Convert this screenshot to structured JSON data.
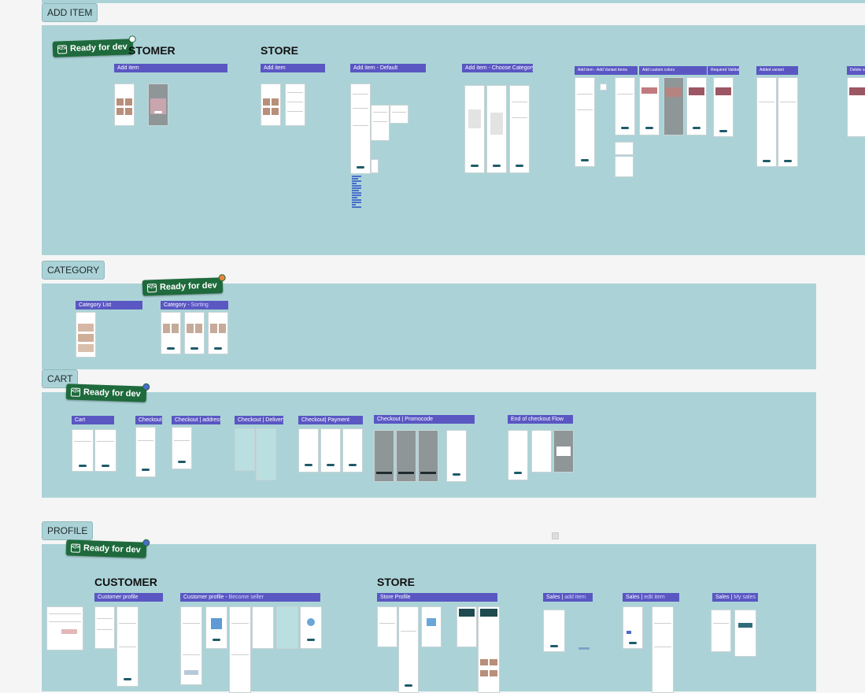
{
  "sections": {
    "add_item": {
      "label": "ADD ITEM",
      "badge": "Ready for dev",
      "headings": {
        "customer": "STOMER",
        "store": "STORE"
      },
      "frames": [
        "Add item",
        "Add item",
        "Add item - Default",
        "Add item - Choose Category",
        "Add item - Add Variant items",
        "Add custom colors",
        "Required Validation",
        "Added variant",
        "Delete var"
      ]
    },
    "category": {
      "label": "CATEGORY",
      "badge": "Ready for dev",
      "frames": [
        {
          "title": "Category List",
          "muted": ""
        },
        {
          "title": "Category - ",
          "muted": "Sorting"
        }
      ]
    },
    "cart": {
      "label": "CART",
      "badge": "Ready for dev",
      "frames": [
        "Cart",
        "Checkout",
        "Checkout | address",
        "Checkout | Delivery",
        "Checkout| Payment",
        "Checkout | Promocode",
        "End of checkout Flow"
      ]
    },
    "profile": {
      "label": "PROFILE",
      "badge": "Ready for dev",
      "headings": {
        "customer": "CUSTOMER",
        "store": "STORE"
      },
      "frames": [
        {
          "title": "Customer profile",
          "muted": ""
        },
        {
          "title": "Customer profile - ",
          "muted": "Become seller"
        },
        {
          "title": "Store Profile",
          "muted": ""
        },
        {
          "title": "Sales | ",
          "muted": "add item"
        },
        {
          "title": "Sales | ",
          "muted": "edit item"
        },
        {
          "title": "Sales | ",
          "muted": "My sales"
        }
      ]
    }
  },
  "colors": {
    "section_bg": "#abd3d7",
    "frame_title": "#5a57c3",
    "badge": "#1e6a3c",
    "canvas": "#f5f5f5"
  }
}
